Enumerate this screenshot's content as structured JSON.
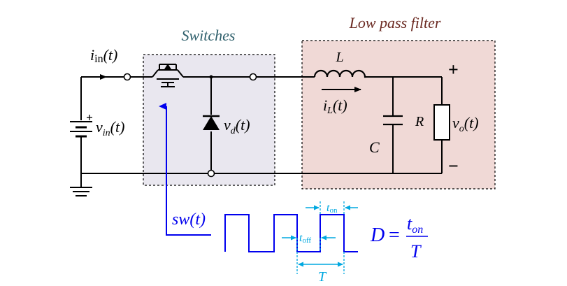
{
  "colors": {
    "switch_box_fill": "#e9e7ef",
    "filter_box_fill": "#f0d9d6",
    "switches_label": "#2e5f6b",
    "filter_label": "#6b2a22",
    "sw_signal": "#0000ee",
    "timing": "#00a8e0"
  },
  "labels": {
    "switches": "Switches",
    "filter": "Low pass filter",
    "i_in": "i",
    "i_in_sub": "in",
    "i_in_arg": "(t)",
    "v_in": "v",
    "v_in_sub": "in",
    "v_in_arg": "(t)",
    "v_d": "v",
    "v_d_sub": "d",
    "v_d_arg": "(t)",
    "inductor": "L",
    "i_L": "i",
    "i_L_sub": "L",
    "i_L_arg": "(t)",
    "capacitor": "C",
    "resistor": "R",
    "v_o": "v",
    "v_o_sub": "o",
    "v_o_arg": "(t)",
    "plus": "+",
    "minus": "−",
    "sw": "sw",
    "sw_arg": "(t)",
    "t_on": "t",
    "t_on_sub": "on",
    "t_off": "t",
    "t_off_sub": "off",
    "period": "T",
    "duty_D": "D",
    "duty_eq": "=",
    "duty_num": "t",
    "duty_num_sub": "on",
    "duty_den": "T"
  },
  "icons": [
    "battery-icon",
    "ground-icon",
    "igbt-switch-icon",
    "diode-icon",
    "inductor-icon",
    "capacitor-icon",
    "resistor-icon"
  ]
}
